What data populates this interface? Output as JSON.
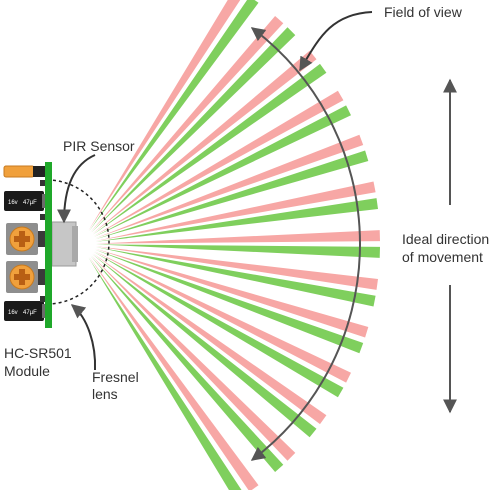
{
  "labels": {
    "field_of_view": "Field of view",
    "pir_sensor": "PIR Sensor",
    "ideal_direction_line1": "Ideal direction",
    "ideal_direction_line2": "of movement",
    "module_line1": "HC-SR501",
    "module_line2": "Module",
    "fresnel_line1": "Fresnel",
    "fresnel_line2": "lens"
  },
  "capacitors": [
    {
      "voltage": "16v",
      "capacitance": "47µF"
    },
    {
      "voltage": "16v",
      "capacitance": "47µF"
    }
  ],
  "colors": {
    "ray_pink": "#f7a7a5",
    "ray_green": "#7fcf5d",
    "pcb_green": "#1fa82a",
    "trimpot_orange": "#f0a03c",
    "arrow_gray": "#555555",
    "lens_gray": "#bdbdbd"
  },
  "rays": {
    "pairs_count": 13
  }
}
